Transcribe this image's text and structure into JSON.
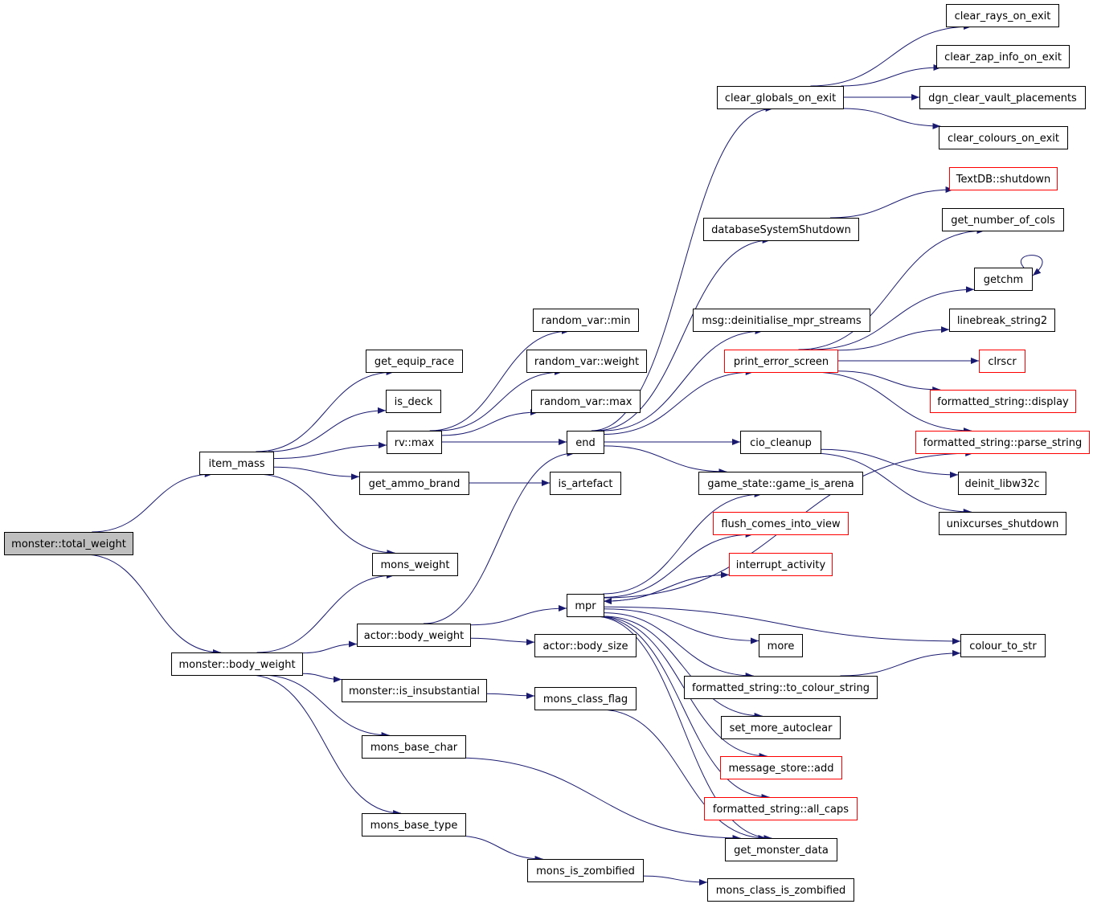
{
  "graph": {
    "colors": {
      "root_fill": "#bfbfbf",
      "node_border": "#000000",
      "truncated_border": "#ff0000",
      "edge": "#191970"
    },
    "nodes": [
      {
        "id": "monster_total_weight",
        "label": "monster::total_weight",
        "kind": "root"
      },
      {
        "id": "item_mass",
        "label": "item_mass",
        "kind": "normal"
      },
      {
        "id": "monster_body_weight",
        "label": "monster::body_weight",
        "kind": "normal"
      },
      {
        "id": "get_equip_race",
        "label": "get_equip_race",
        "kind": "normal"
      },
      {
        "id": "is_deck",
        "label": "is_deck",
        "kind": "normal"
      },
      {
        "id": "rv_max",
        "label": "rv::max",
        "kind": "normal"
      },
      {
        "id": "get_ammo_brand",
        "label": "get_ammo_brand",
        "kind": "normal"
      },
      {
        "id": "mons_weight",
        "label": "mons_weight",
        "kind": "normal"
      },
      {
        "id": "actor_body_weight",
        "label": "actor::body_weight",
        "kind": "normal"
      },
      {
        "id": "monster_is_insubstantial",
        "label": "monster::is_insubstantial",
        "kind": "normal"
      },
      {
        "id": "mons_base_char",
        "label": "mons_base_char",
        "kind": "normal"
      },
      {
        "id": "mons_base_type",
        "label": "mons_base_type",
        "kind": "normal"
      },
      {
        "id": "random_var_min",
        "label": "random_var::min",
        "kind": "normal"
      },
      {
        "id": "random_var_weight",
        "label": "random_var::weight",
        "kind": "normal"
      },
      {
        "id": "random_var_max",
        "label": "random_var::max",
        "kind": "normal"
      },
      {
        "id": "end",
        "label": "end",
        "kind": "normal"
      },
      {
        "id": "is_artefact",
        "label": "is_artefact",
        "kind": "normal"
      },
      {
        "id": "mpr",
        "label": "mpr",
        "kind": "normal"
      },
      {
        "id": "actor_body_size",
        "label": "actor::body_size",
        "kind": "normal"
      },
      {
        "id": "mons_class_flag",
        "label": "mons_class_flag",
        "kind": "normal"
      },
      {
        "id": "mons_is_zombified",
        "label": "mons_is_zombified",
        "kind": "normal"
      },
      {
        "id": "clear_globals_on_exit",
        "label": "clear_globals_on_exit",
        "kind": "normal"
      },
      {
        "id": "databaseSystemShutdown",
        "label": "databaseSystemShutdown",
        "kind": "normal"
      },
      {
        "id": "msg_deinitialise_mpr_streams",
        "label": "msg::deinitialise_mpr_streams",
        "kind": "normal"
      },
      {
        "id": "print_error_screen",
        "label": "print_error_screen",
        "kind": "truncated"
      },
      {
        "id": "cio_cleanup",
        "label": "cio_cleanup",
        "kind": "normal"
      },
      {
        "id": "game_state_game_is_arena",
        "label": "game_state::game_is_arena",
        "kind": "normal"
      },
      {
        "id": "flush_comes_into_view",
        "label": "flush_comes_into_view",
        "kind": "truncated"
      },
      {
        "id": "interrupt_activity",
        "label": "interrupt_activity",
        "kind": "truncated"
      },
      {
        "id": "more",
        "label": "more",
        "kind": "normal"
      },
      {
        "id": "formatted_string_to_colour_string",
        "label": "formatted_string::to_colour_string",
        "kind": "normal"
      },
      {
        "id": "set_more_autoclear",
        "label": "set_more_autoclear",
        "kind": "normal"
      },
      {
        "id": "message_store_add",
        "label": "message_store::add",
        "kind": "truncated"
      },
      {
        "id": "formatted_string_all_caps",
        "label": "formatted_string::all_caps",
        "kind": "truncated"
      },
      {
        "id": "get_monster_data",
        "label": "get_monster_data",
        "kind": "normal"
      },
      {
        "id": "mons_class_is_zombified",
        "label": "mons_class_is_zombified",
        "kind": "normal"
      },
      {
        "id": "clear_rays_on_exit",
        "label": "clear_rays_on_exit",
        "kind": "normal"
      },
      {
        "id": "clear_zap_info_on_exit",
        "label": "clear_zap_info_on_exit",
        "kind": "normal"
      },
      {
        "id": "dgn_clear_vault_placements",
        "label": "dgn_clear_vault_placements",
        "kind": "normal"
      },
      {
        "id": "clear_colours_on_exit",
        "label": "clear_colours_on_exit",
        "kind": "normal"
      },
      {
        "id": "textdb_shutdown",
        "label": "TextDB::shutdown",
        "kind": "truncated"
      },
      {
        "id": "get_number_of_cols",
        "label": "get_number_of_cols",
        "kind": "normal"
      },
      {
        "id": "getchm",
        "label": "getchm",
        "kind": "normal"
      },
      {
        "id": "linebreak_string2",
        "label": "linebreak_string2",
        "kind": "normal"
      },
      {
        "id": "clrscr",
        "label": "clrscr",
        "kind": "truncated"
      },
      {
        "id": "formatted_string_display",
        "label": "formatted_string::display",
        "kind": "truncated"
      },
      {
        "id": "formatted_string_parse_string",
        "label": "formatted_string::parse_string",
        "kind": "truncated"
      },
      {
        "id": "deinit_libw32c",
        "label": "deinit_libw32c",
        "kind": "normal"
      },
      {
        "id": "unixcurses_shutdown",
        "label": "unixcurses_shutdown",
        "kind": "normal"
      },
      {
        "id": "colour_to_str",
        "label": "colour_to_str",
        "kind": "normal"
      }
    ],
    "edges": [
      [
        "monster_total_weight",
        "item_mass"
      ],
      [
        "monster_total_weight",
        "monster_body_weight"
      ],
      [
        "item_mass",
        "get_equip_race"
      ],
      [
        "item_mass",
        "is_deck"
      ],
      [
        "item_mass",
        "rv_max"
      ],
      [
        "item_mass",
        "get_ammo_brand"
      ],
      [
        "item_mass",
        "mons_weight"
      ],
      [
        "monster_body_weight",
        "mons_weight"
      ],
      [
        "monster_body_weight",
        "actor_body_weight"
      ],
      [
        "monster_body_weight",
        "monster_is_insubstantial"
      ],
      [
        "monster_body_weight",
        "mons_base_char"
      ],
      [
        "monster_body_weight",
        "mons_base_type"
      ],
      [
        "rv_max",
        "random_var_min"
      ],
      [
        "rv_max",
        "random_var_weight"
      ],
      [
        "rv_max",
        "random_var_max"
      ],
      [
        "rv_max",
        "end"
      ],
      [
        "get_ammo_brand",
        "is_artefact"
      ],
      [
        "actor_body_weight",
        "end"
      ],
      [
        "actor_body_weight",
        "mpr"
      ],
      [
        "actor_body_weight",
        "actor_body_size"
      ],
      [
        "monster_is_insubstantial",
        "mons_class_flag"
      ],
      [
        "mons_base_char",
        "get_monster_data"
      ],
      [
        "mons_base_type",
        "mons_is_zombified"
      ],
      [
        "mons_class_flag",
        "get_monster_data"
      ],
      [
        "mons_is_zombified",
        "mons_class_is_zombified"
      ],
      [
        "end",
        "clear_globals_on_exit"
      ],
      [
        "end",
        "databaseSystemShutdown"
      ],
      [
        "end",
        "msg_deinitialise_mpr_streams"
      ],
      [
        "end",
        "print_error_screen"
      ],
      [
        "end",
        "cio_cleanup"
      ],
      [
        "end",
        "game_state_game_is_arena"
      ],
      [
        "mpr",
        "formatted_string_parse_string"
      ],
      [
        "mpr",
        "game_state_game_is_arena"
      ],
      [
        "mpr",
        "flush_comes_into_view"
      ],
      [
        "mpr",
        "interrupt_activity"
      ],
      [
        "interrupt_activity",
        "mpr"
      ],
      [
        "mpr",
        "colour_to_str"
      ],
      [
        "mpr",
        "more"
      ],
      [
        "mpr",
        "formatted_string_to_colour_string"
      ],
      [
        "mpr",
        "set_more_autoclear"
      ],
      [
        "mpr",
        "message_store_add"
      ],
      [
        "mpr",
        "formatted_string_all_caps"
      ],
      [
        "mpr",
        "get_monster_data"
      ],
      [
        "formatted_string_to_colour_string",
        "colour_to_str"
      ],
      [
        "clear_globals_on_exit",
        "clear_rays_on_exit"
      ],
      [
        "clear_globals_on_exit",
        "clear_zap_info_on_exit"
      ],
      [
        "clear_globals_on_exit",
        "dgn_clear_vault_placements"
      ],
      [
        "clear_globals_on_exit",
        "clear_colours_on_exit"
      ],
      [
        "databaseSystemShutdown",
        "textdb_shutdown"
      ],
      [
        "print_error_screen",
        "get_number_of_cols"
      ],
      [
        "print_error_screen",
        "getchm"
      ],
      [
        "print_error_screen",
        "linebreak_string2"
      ],
      [
        "print_error_screen",
        "clrscr"
      ],
      [
        "print_error_screen",
        "formatted_string_display"
      ],
      [
        "print_error_screen",
        "formatted_string_parse_string"
      ],
      [
        "getchm",
        "getchm"
      ],
      [
        "cio_cleanup",
        "deinit_libw32c"
      ],
      [
        "cio_cleanup",
        "unixcurses_shutdown"
      ]
    ]
  }
}
